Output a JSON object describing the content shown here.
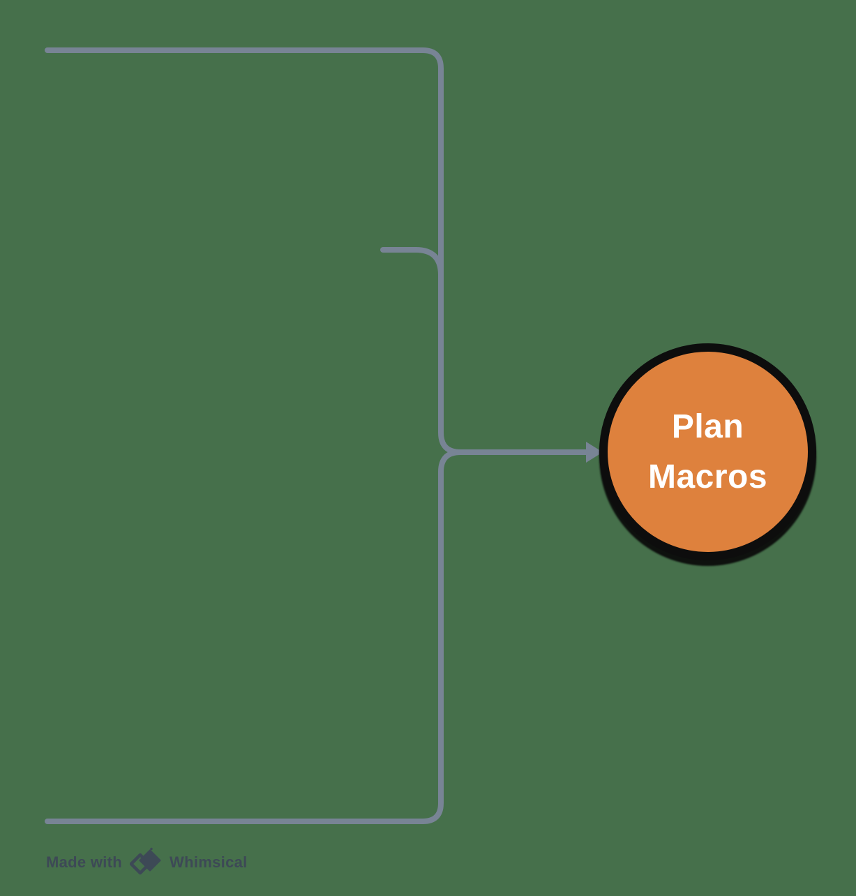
{
  "colors": {
    "canvas-bg": "#46704B",
    "connector": "#788495",
    "node-fill": "#DE813D",
    "node-border": "#0D0D0D",
    "node-text": "#FFFFFF",
    "watermark": "#3D4956"
  },
  "mindmap": {
    "node": {
      "label": "Plan Macros",
      "label_line1": "Plan",
      "label_line2": "Macros"
    },
    "connectors": {
      "top_branch": "top-branch-to-junction",
      "middle_branch": "middle-stub-to-junction",
      "bottom_branch": "bottom-branch-to-junction",
      "arrow": "junction-arrow-to-node"
    }
  },
  "watermark": {
    "prefix": "Made with",
    "brand": "Whimsical",
    "logo": "whimsical-diamonds-logo"
  }
}
